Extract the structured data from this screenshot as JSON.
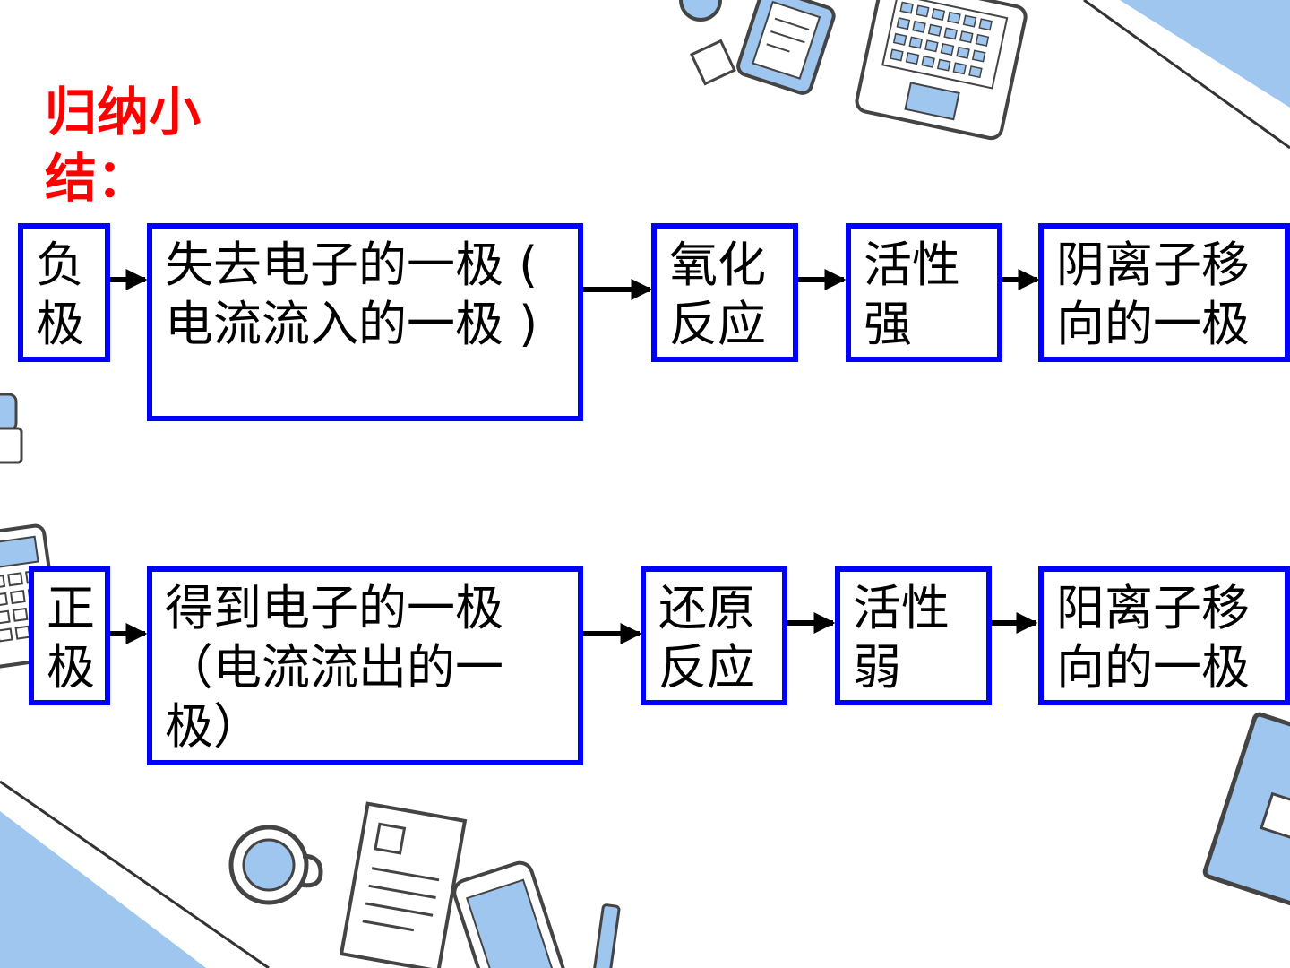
{
  "title": "归纳小结：",
  "negative_row": {
    "electrode": "负极",
    "electron": "失去电子的一极 ( 电流流入的一极 )",
    "reaction": "氧化反应",
    "activity": "活性强",
    "ion": "阴离子移向的一极"
  },
  "positive_row": {
    "electrode": "正极",
    "electron": "得到电子的一极（电流流出的一极）",
    "reaction": "还原反应",
    "activity": "活性弱",
    "ion": "阳离子移向的一极"
  },
  "colors": {
    "title": "#ff0000",
    "box_border": "#0000ff",
    "arrow": "#000000",
    "decor": "#9ec6ee"
  },
  "decor_icons": [
    "laptop-icon",
    "tablet-icon",
    "coffee-cup-icon",
    "paper-icon",
    "phone-icon",
    "calculator-icon",
    "book-icon"
  ]
}
